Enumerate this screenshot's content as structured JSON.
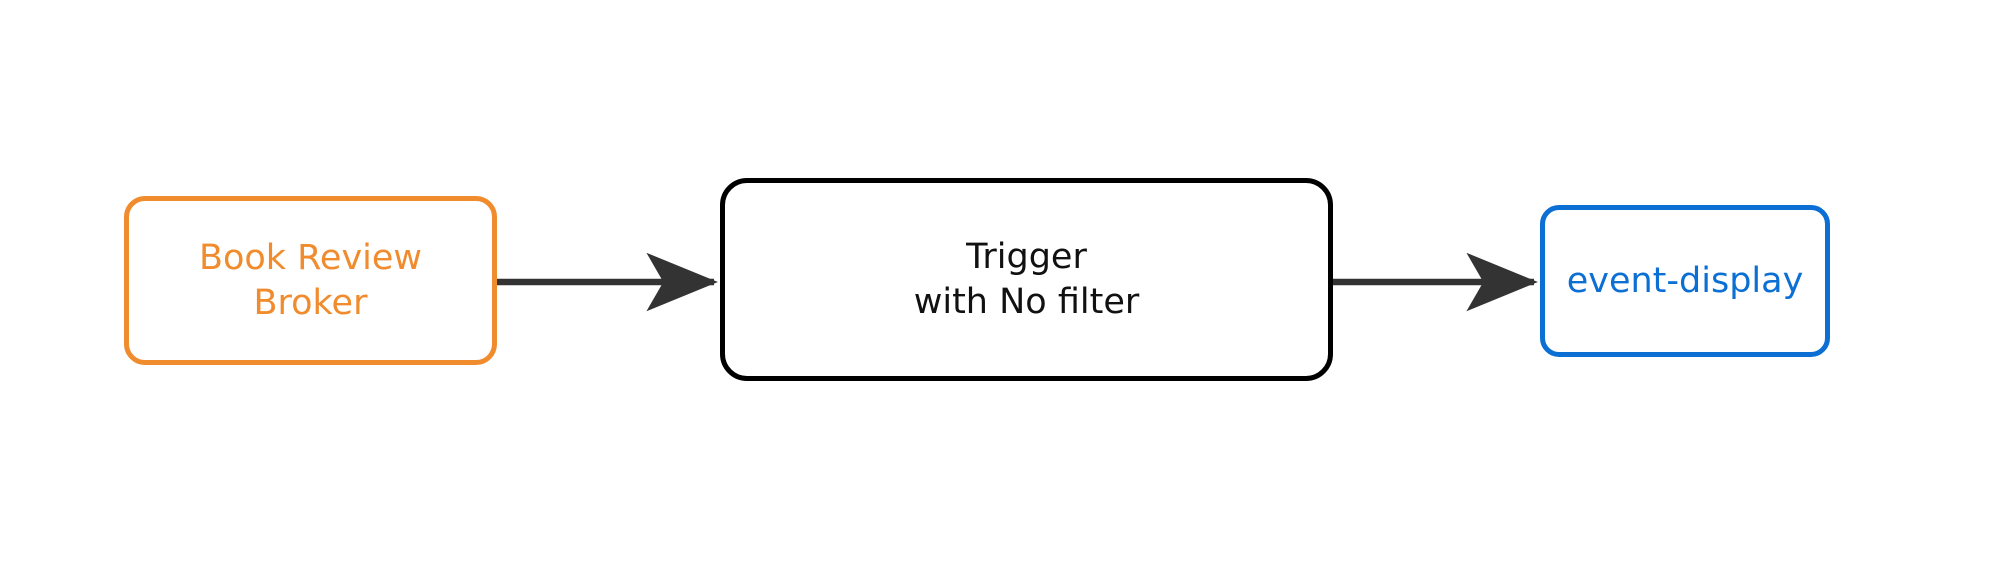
{
  "diagram": {
    "type": "flowchart",
    "direction": "left-to-right",
    "background_color": "#ffffff",
    "nodes": [
      {
        "id": "broker",
        "label": "Book Review\nBroker",
        "shape": "rounded-rectangle",
        "border_color": "#f08c2e",
        "text_color": "#f08c2e",
        "fill_color": "#ffffff"
      },
      {
        "id": "trigger",
        "label": "Trigger\nwith No filter",
        "shape": "rounded-rectangle",
        "border_color": "#000000",
        "text_color": "#111111",
        "fill_color": "#ffffff"
      },
      {
        "id": "sink",
        "label": "event-display",
        "shape": "rounded-rectangle",
        "border_color": "#0b6fd4",
        "text_color": "#0b6fd4",
        "fill_color": "#ffffff"
      }
    ],
    "edges": [
      {
        "id": "broker-to-trigger",
        "from": "broker",
        "to": "trigger",
        "label": "",
        "color": "#333333",
        "arrowhead": "solid-triangle"
      },
      {
        "id": "trigger-to-sink",
        "from": "trigger",
        "to": "sink",
        "label": "",
        "color": "#333333",
        "arrowhead": "solid-triangle"
      }
    ]
  }
}
